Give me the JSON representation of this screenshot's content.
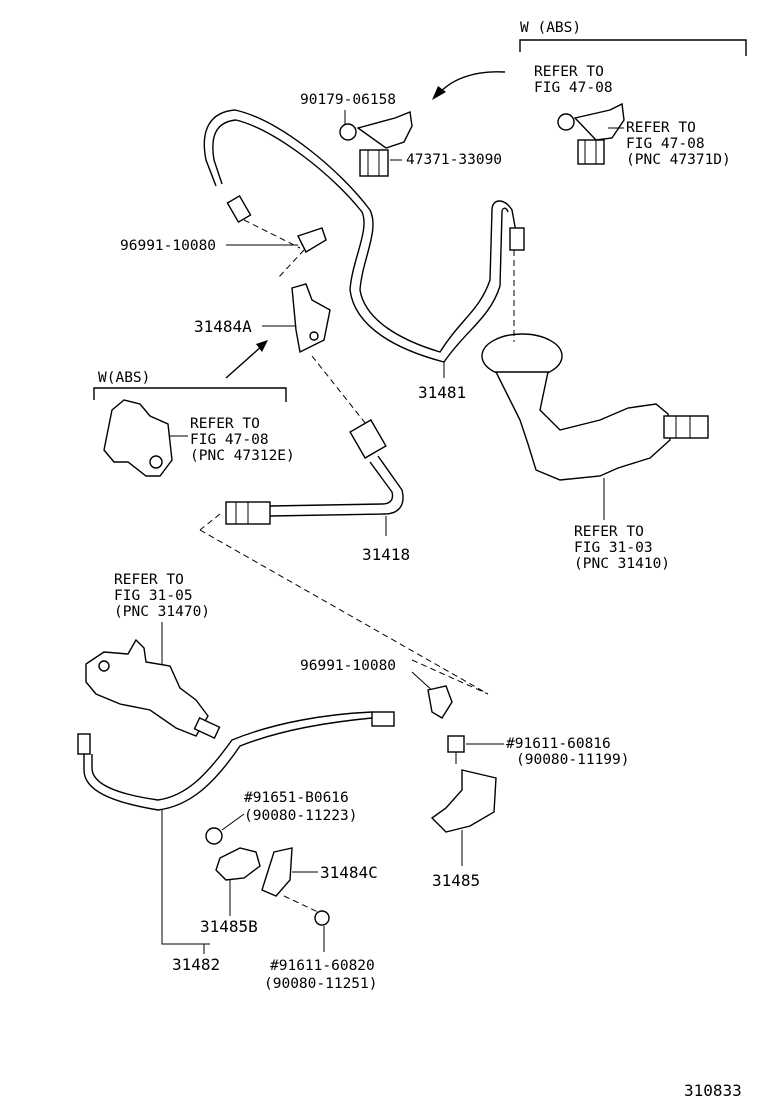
{
  "labels": {
    "w_abs_top": "W (ABS)",
    "refer_top_1": "REFER TO",
    "refer_top_1b": "FIG 47-08",
    "refer_top_2": "REFER TO",
    "refer_top_2b": "FIG 47-08",
    "refer_top_2c": "(PNC 47371D)",
    "part_90179": "90179-06158",
    "part_47371": "47371-33090",
    "part_96991_top": "96991-10080",
    "part_31484A": "31484A",
    "w_abs_left": "W(ABS)",
    "refer_left": "REFER TO",
    "refer_left_b": "FIG 47-08",
    "refer_left_c": "(PNC 47312E)",
    "part_31481": "31481",
    "refer_right": "REFER TO",
    "refer_right_b": "FIG 31-03",
    "refer_right_c": "(PNC 31410)",
    "part_31418": "31418",
    "refer_mid": "REFER TO",
    "refer_mid_b": "FIG 31-05",
    "refer_mid_c": "(PNC 31470)",
    "part_96991_mid": "96991-10080",
    "part_91611_60816": "#91611-60816",
    "part_90080_11199": "(90080-11199)",
    "part_91651": "#91651-B0616",
    "part_90080_11223": "(90080-11223)",
    "part_31484C": "31484C",
    "part_31485": "31485",
    "part_31485B": "31485B",
    "part_31482": "31482",
    "part_91611_60820": "#91611-60820",
    "part_90080_11251": "(90080-11251)",
    "figure_id": "310833"
  }
}
